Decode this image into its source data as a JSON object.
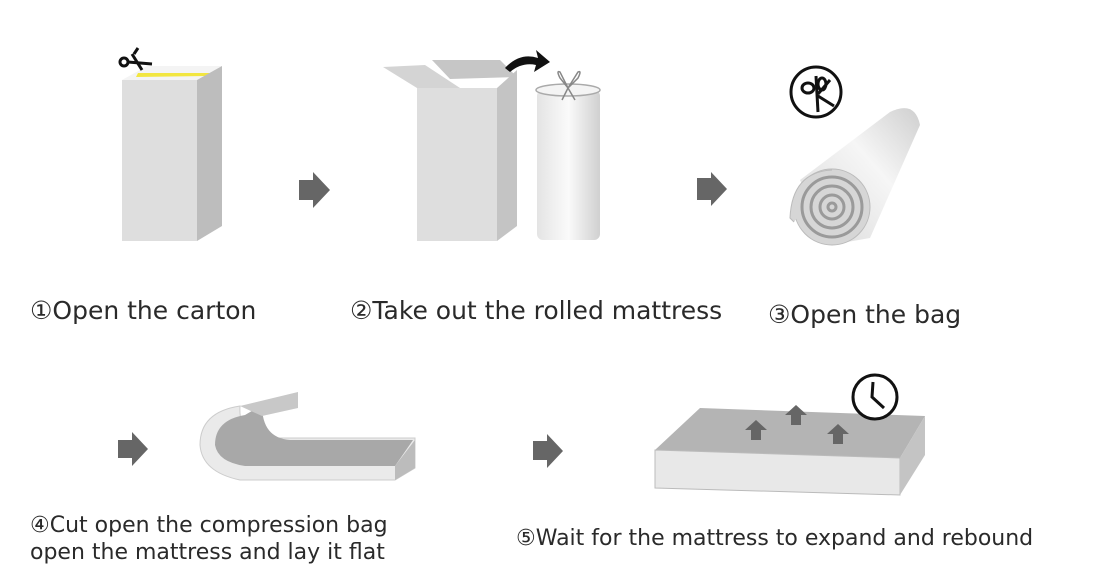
{
  "steps": [
    {
      "label": "①Open the carton"
    },
    {
      "label": "②Take out the rolled mattress"
    },
    {
      "label": "③Open the bag"
    },
    {
      "label_line1": "④Cut open the compression bag",
      "label_line2": "open the mattress and lay it flat"
    },
    {
      "label": "⑤Wait for the mattress to expand and rebound"
    }
  ],
  "icons": [
    "scissors-icon",
    "arrow-right-icon",
    "curved-arrow-icon",
    "no-scissors-icon",
    "clock-icon",
    "arrow-up-icon"
  ],
  "colors": {
    "arrow": "#666666",
    "tape": "#f2e640",
    "box_front": "#dedede",
    "box_side": "#bdbdbd",
    "outline": "#111111"
  }
}
